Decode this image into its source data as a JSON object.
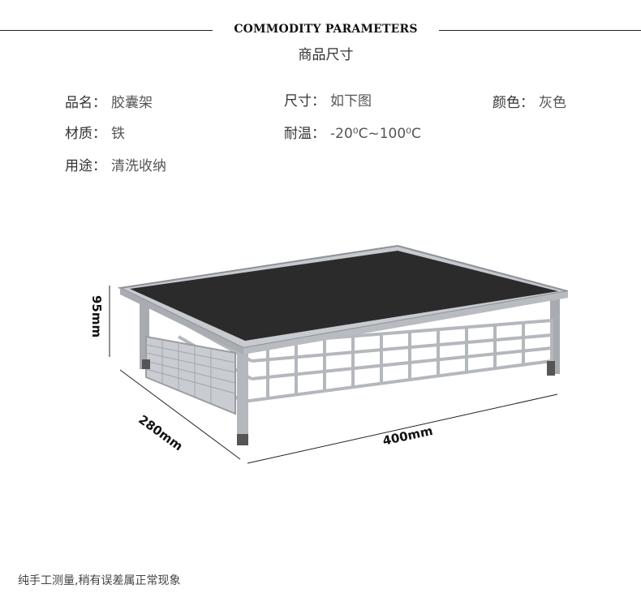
{
  "header": {
    "title": "COMMODITY PARAMETERS",
    "subtitle": "商品尺寸"
  },
  "params": [
    {
      "label": "品名：",
      "value": "胶囊架"
    },
    {
      "label": "尺寸：",
      "value": "如下图"
    },
    {
      "label": "颜色：",
      "value": "灰色"
    },
    {
      "label": "材质：",
      "value": "铁"
    },
    {
      "label": "耐温：",
      "value": "-20⁰C~100⁰C"
    },
    {
      "label": "用途：",
      "value": "清洗收纳"
    }
  ],
  "dimensions": {
    "height": "95mm",
    "depth": "280mm",
    "width": "400mm"
  },
  "footer": {
    "note": "纯手工测量,稍有误差属正常现象"
  },
  "colors": {
    "top_surface": "#2b2b2b",
    "frame": "#b9bcc0",
    "frame_dark": "#8e9297"
  }
}
